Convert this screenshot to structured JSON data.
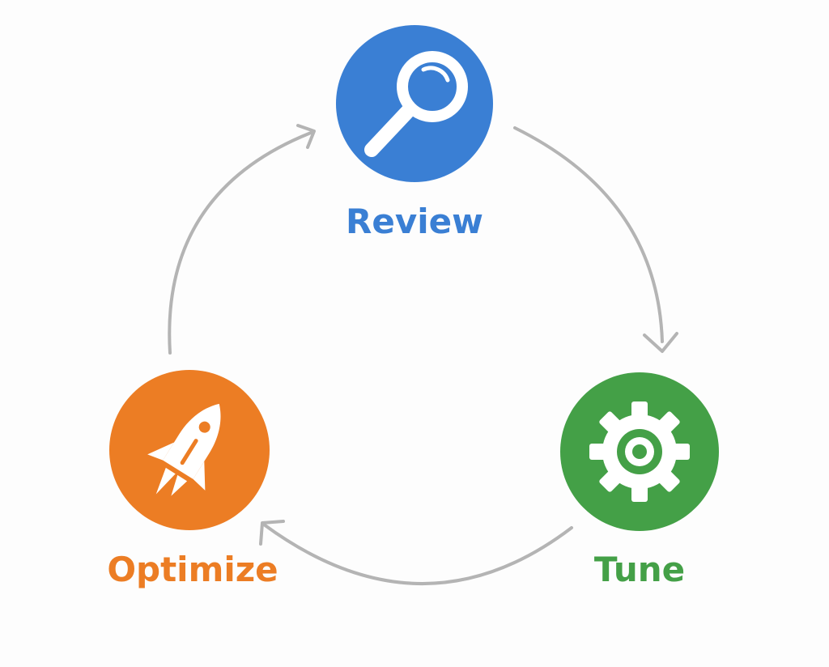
{
  "diagram": {
    "type": "cycle",
    "arrow_color": "#b4b4b4",
    "nodes": [
      {
        "id": "review",
        "label": "Review",
        "color": "#3a7fd4",
        "icon": "magnifier-icon"
      },
      {
        "id": "tune",
        "label": "Tune",
        "color": "#44a047",
        "icon": "gear-icon"
      },
      {
        "id": "optimize",
        "label": "Optimize",
        "color": "#ec7d24",
        "icon": "rocket-icon"
      }
    ],
    "edges": [
      {
        "from": "review",
        "to": "tune"
      },
      {
        "from": "tune",
        "to": "optimize"
      },
      {
        "from": "optimize",
        "to": "review"
      }
    ]
  }
}
